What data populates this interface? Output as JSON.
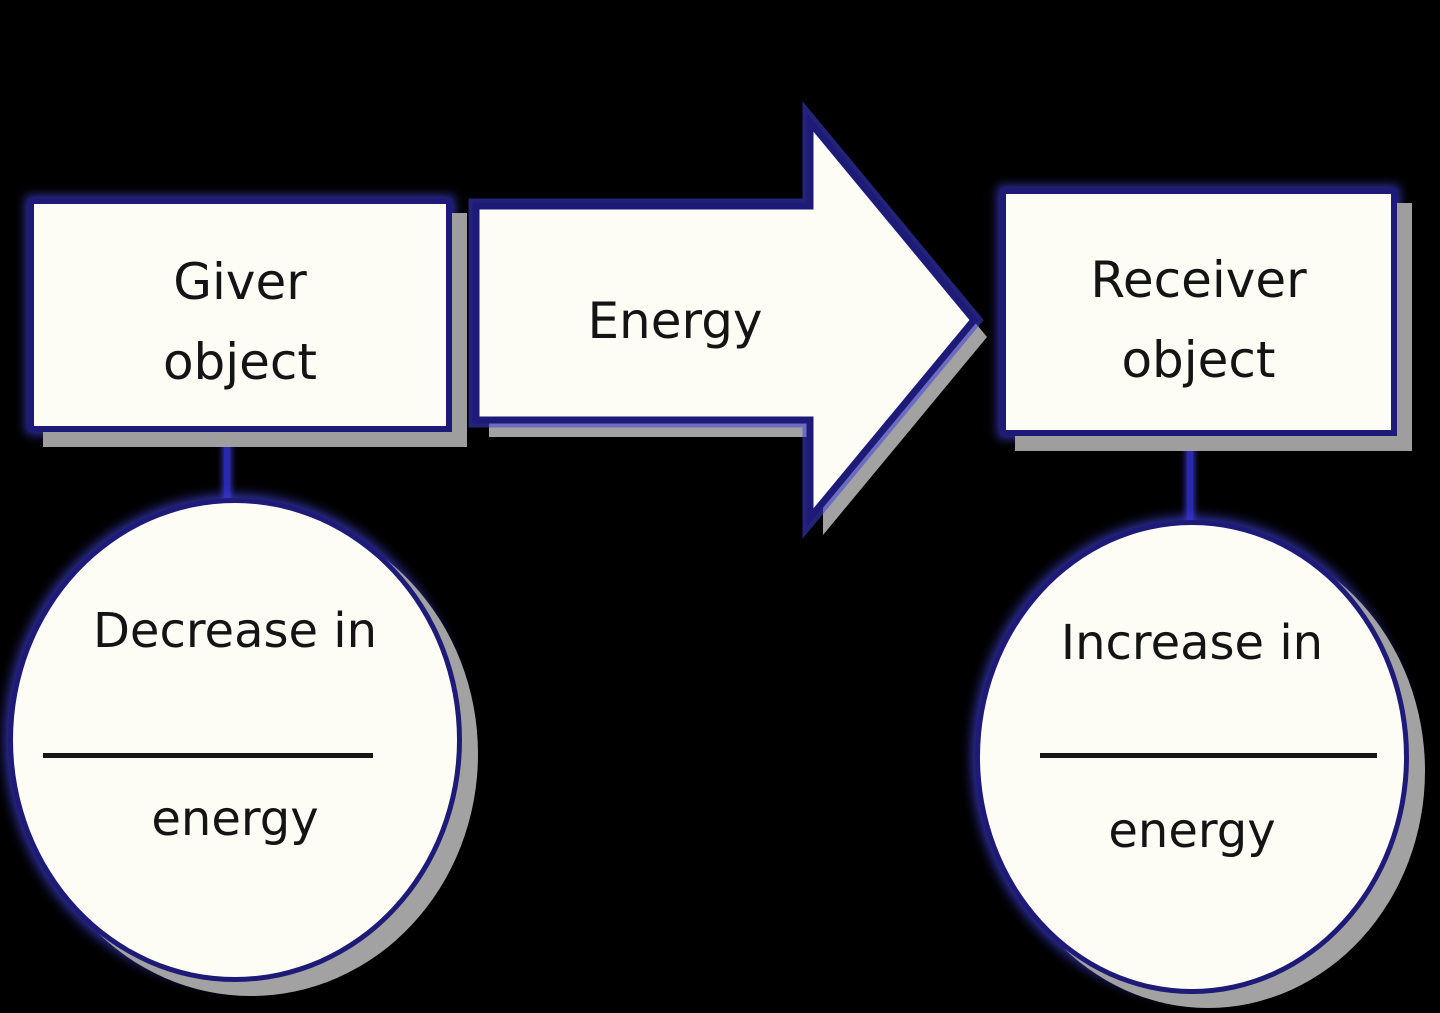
{
  "colors": {
    "background": "#000000",
    "shape_fill": "#fdfdf6",
    "border_navy": "#1e1b78",
    "glow_blue": "#4040d2",
    "drop_shadow_gray": "#9e9e9e",
    "text_black": "#141414",
    "connector_blue": "#2b28b0"
  },
  "nodes": {
    "giver_box": {
      "label": "Giver\nobject"
    },
    "energy_arrow": {
      "label": "Energy"
    },
    "receiver_box": {
      "label": "Receiver\nobject"
    },
    "giver_circle": {
      "line1": "Decrease in",
      "line2": "energy"
    },
    "receiver_circle": {
      "line1": "Increase in",
      "line2": "energy"
    }
  }
}
